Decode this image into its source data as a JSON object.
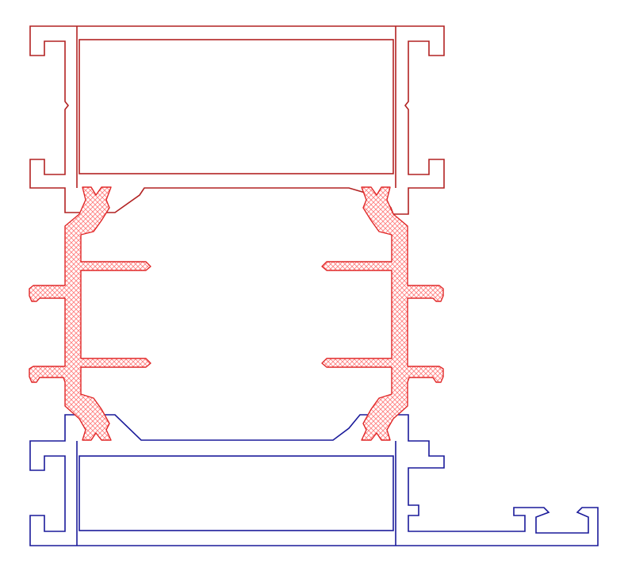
{
  "colors": {
    "background": "#ffffff",
    "upper_profile": "#b22222",
    "lower_profile": "#1a1a9a",
    "thermal_break_fill": "#ff8080",
    "thermal_break_outline": "#e02828"
  },
  "parts": {
    "upper_profile": "upper-aluminium-profile",
    "thermal_break": "polyamide-thermal-break",
    "lower_profile": "lower-aluminium-profile"
  }
}
